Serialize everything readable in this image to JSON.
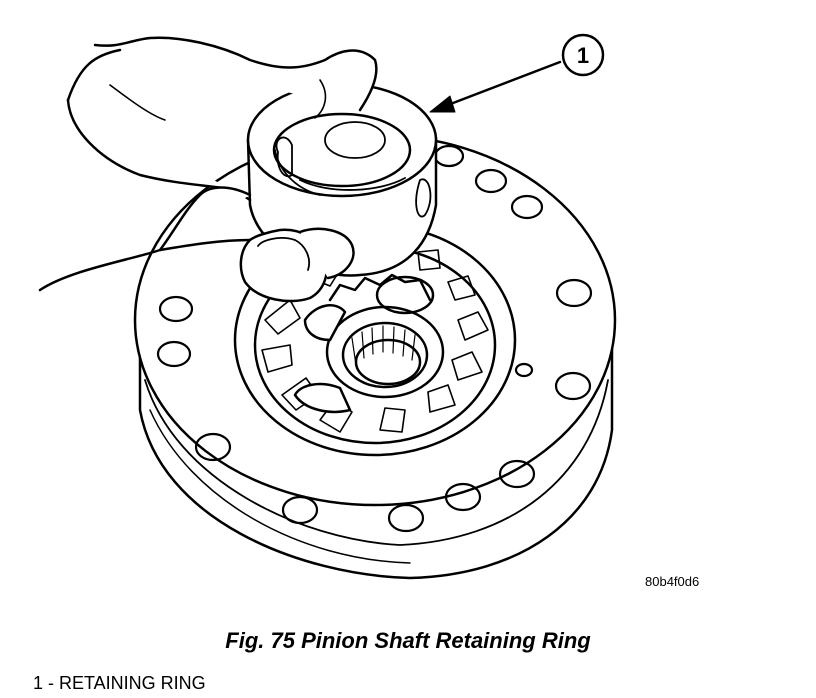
{
  "figure": {
    "callout_number": "1",
    "image_id": "80b4f0d6",
    "caption": "Fig. 75 Pinion Shaft Retaining Ring",
    "legend": [
      {
        "text": "1 - RETAINING RING"
      }
    ]
  }
}
